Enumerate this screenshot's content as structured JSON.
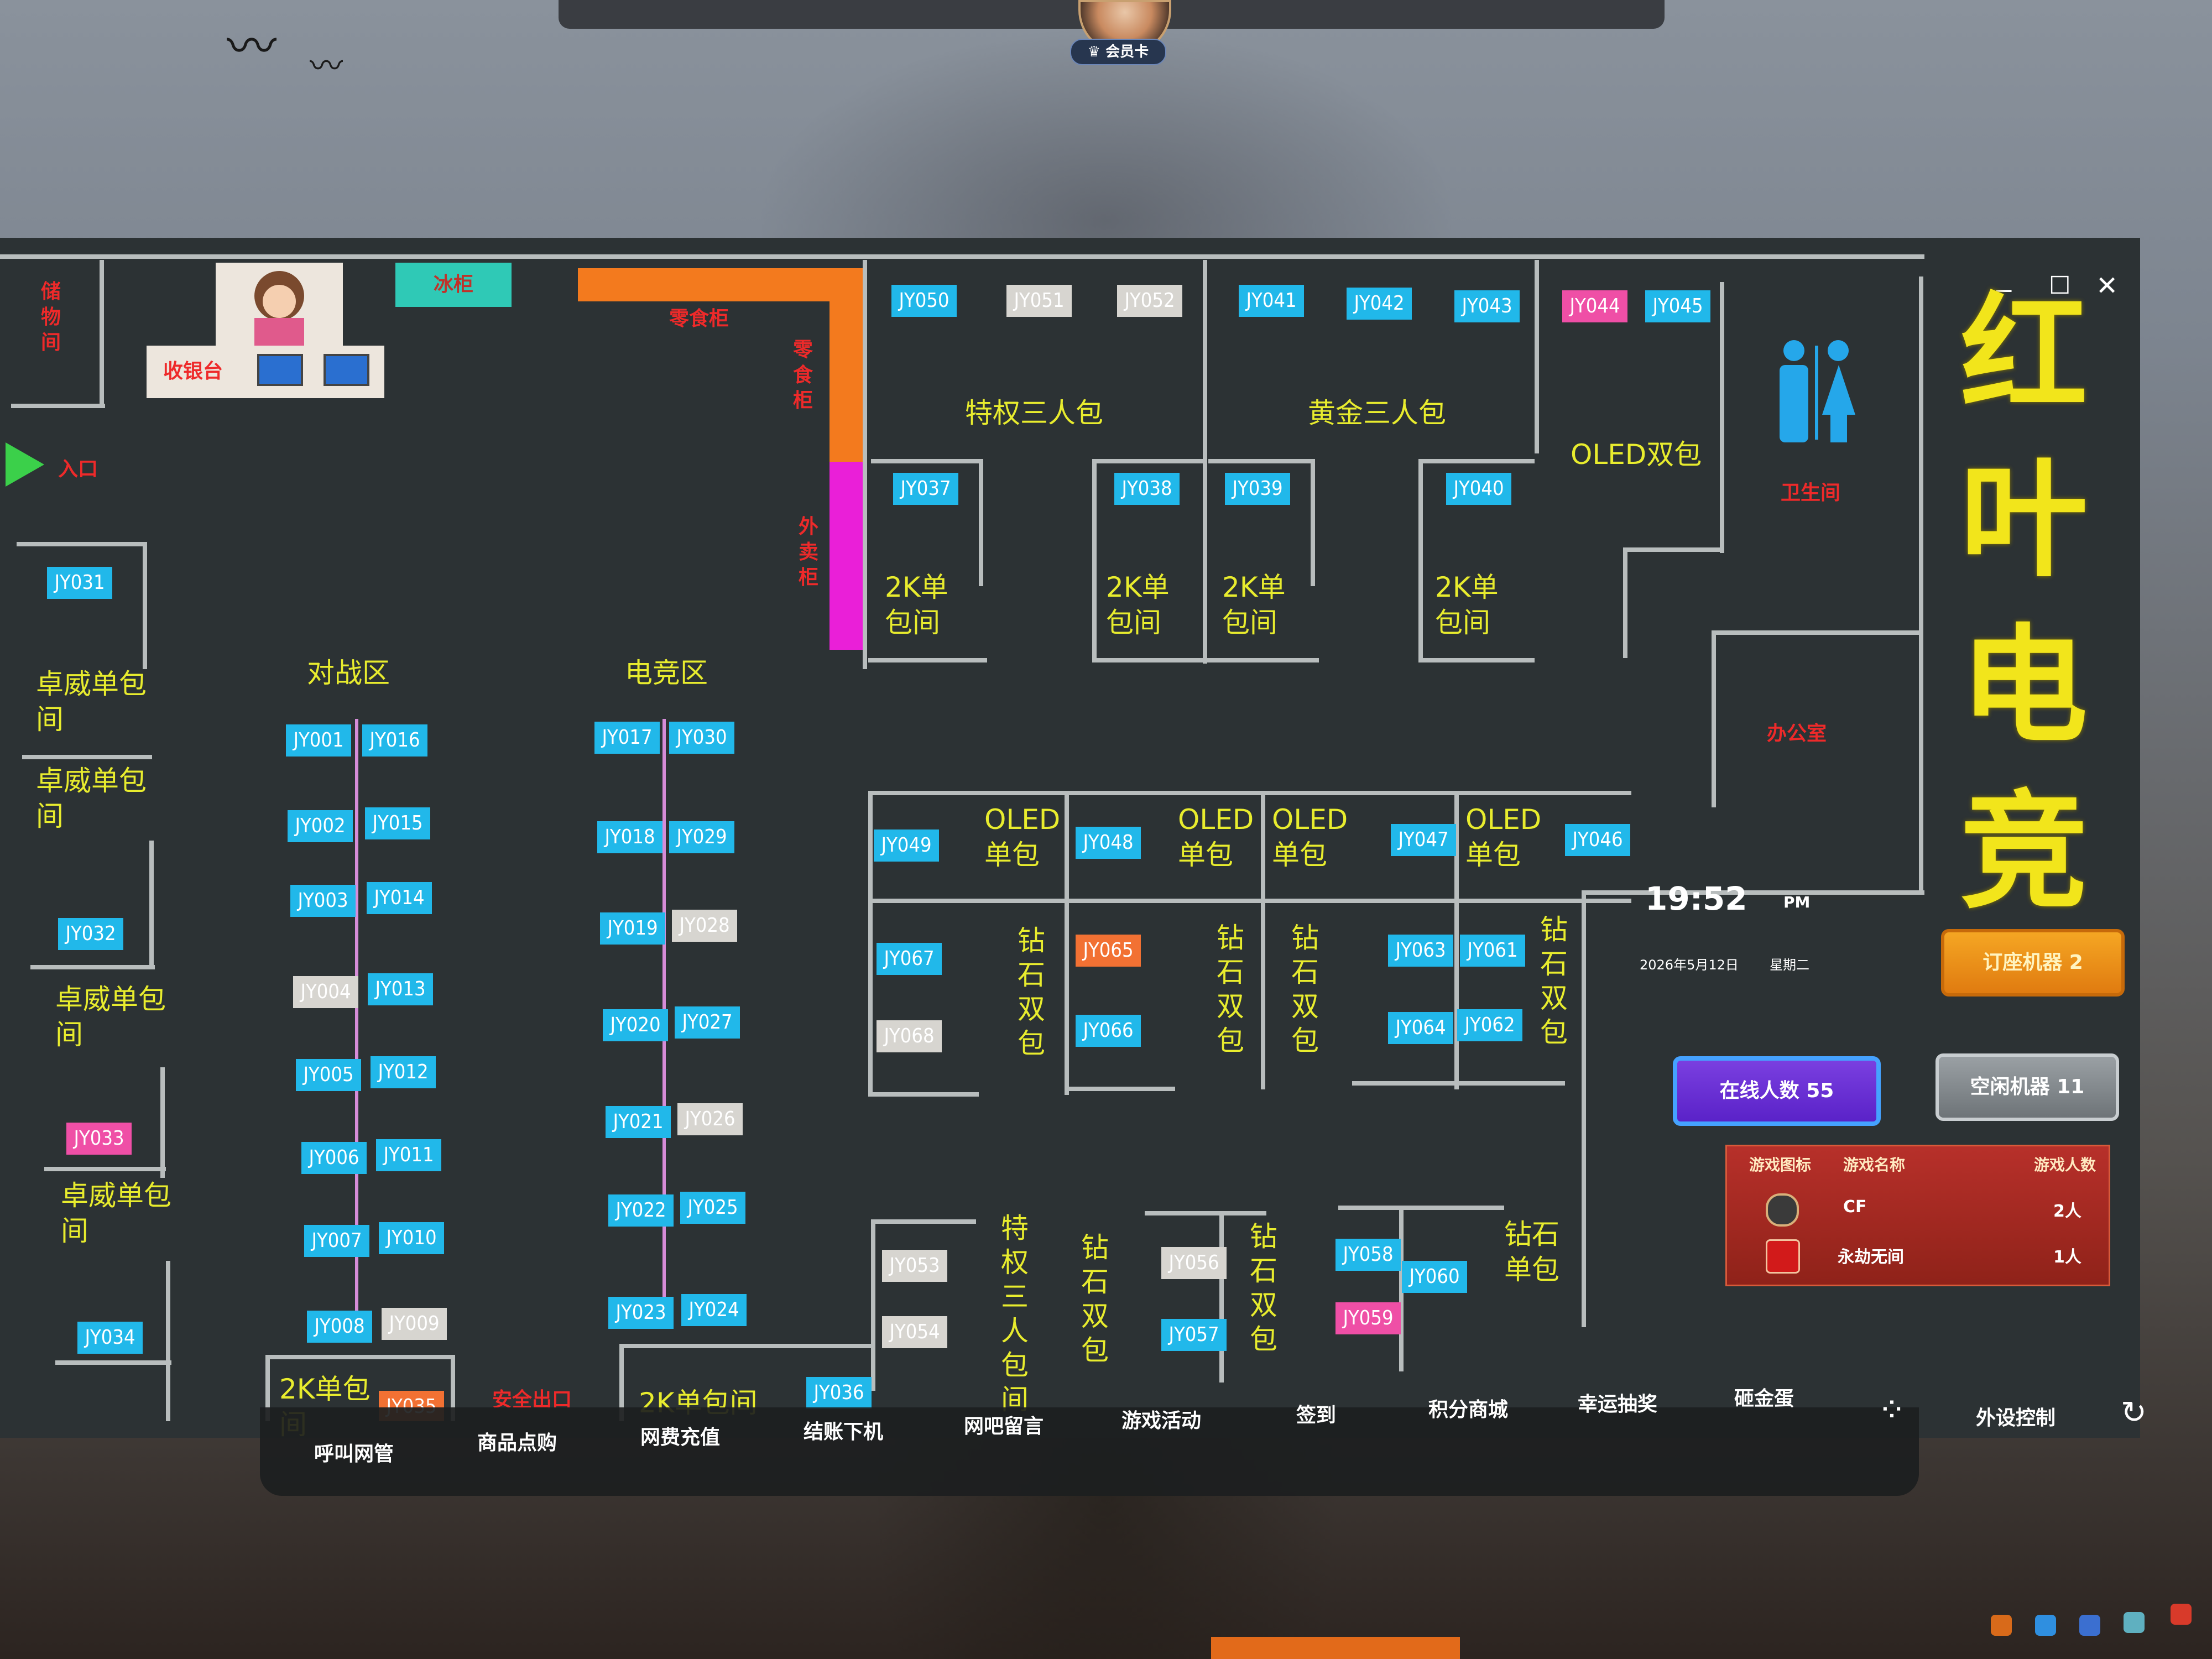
{
  "top": {
    "member_label": "会员卡"
  },
  "window": {
    "controls": [
      "_",
      "☐",
      "✕"
    ]
  },
  "brand": {
    "chars": [
      "红",
      "叶",
      "电",
      "竞"
    ],
    "color": "#f2e51b"
  },
  "map": {
    "rooms": {
      "storage": "储物间",
      "cashier": "收银台",
      "fridge": "冰柜",
      "snack": "零食柜",
      "snack_v": "零食柜",
      "takeout": "外卖柜",
      "entrance": "入口",
      "restroom": "卫生间",
      "office": "办公室",
      "exit": "安全出口"
    },
    "zones": {
      "battle": "对战区",
      "esports": "电竞区",
      "vip3": "特权三人包",
      "gold3": "黄金三人包",
      "oled_double": "OLED双包",
      "twok_room": "2K单包间",
      "zhuowei": "卓威单包间",
      "oled_single": "OLED单包",
      "diamond_double": "钻石双包",
      "vip3_v": "特权三人包间",
      "diamond_single": "钻石单包",
      "twok_bottom": "2K单包间"
    },
    "stations": {
      "JY001": "JY001",
      "JY002": "JY002",
      "JY003": "JY003",
      "JY004": "JY004",
      "JY005": "JY005",
      "JY006": "JY006",
      "JY007": "JY007",
      "JY008": "JY008",
      "JY009": "JY009",
      "JY010": "JY010",
      "JY011": "JY011",
      "JY012": "JY012",
      "JY013": "JY013",
      "JY014": "JY014",
      "JY015": "JY015",
      "JY016": "JY016",
      "JY017": "JY017",
      "JY018": "JY018",
      "JY019": "JY019",
      "JY020": "JY020",
      "JY021": "JY021",
      "JY022": "JY022",
      "JY023": "JY023",
      "JY024": "JY024",
      "JY025": "JY025",
      "JY026": "JY026",
      "JY027": "JY027",
      "JY028": "JY028",
      "JY029": "JY029",
      "JY030": "JY030",
      "JY031": "JY031",
      "JY032": "JY032",
      "JY033": "JY033",
      "JY034": "JY034",
      "JY035": "JY035",
      "JY036": "JY036",
      "JY037": "JY037",
      "JY038": "JY038",
      "JY039": "JY039",
      "JY040": "JY040",
      "JY041": "JY041",
      "JY042": "JY042",
      "JY043": "JY043",
      "JY044": "JY044",
      "JY045": "JY045",
      "JY046": "JY046",
      "JY047": "JY047",
      "JY048": "JY048",
      "JY049": "JY049",
      "JY050": "JY050",
      "JY051": "JY051",
      "JY052": "JY052",
      "JY053": "JY053",
      "JY054": "JY054",
      "JY056": "JY056",
      "JY057": "JY057",
      "JY058": "JY058",
      "JY059": "JY059",
      "JY060": "JY060",
      "JY061": "JY061",
      "JY062": "JY062",
      "JY063": "JY063",
      "JY064": "JY064",
      "JY065": "JY065",
      "JY066": "JY066",
      "JY067": "JY067",
      "JY068": "JY068"
    },
    "station_colors": {
      "online": "#21b8ea",
      "idle": "#d7d5d0",
      "booked": "#ef4fa6",
      "alert": "#f27133"
    }
  },
  "clock": {
    "time": "19:52",
    "ampm": "PM",
    "date": "2026年5月12日",
    "weekday": "星期二"
  },
  "panel": {
    "booked_label": "订座机器",
    "booked_count": "2",
    "online_label": "在线人数",
    "online_count": "55",
    "idle_label": "空闲机器",
    "idle_count": "11"
  },
  "games": {
    "headers": [
      "游戏图标",
      "游戏名称",
      "游戏人数"
    ],
    "rows": [
      {
        "name": "CF",
        "count": "2人"
      },
      {
        "name": "永劫无间",
        "count": "1人"
      }
    ]
  },
  "nav": {
    "items": [
      "呼叫网管",
      "商品点购",
      "网费充值",
      "结账下机",
      "网吧留言",
      "游戏活动",
      "签到",
      "积分商城",
      "幸运抽奖",
      "砸金蛋"
    ],
    "external": "外设控制"
  }
}
